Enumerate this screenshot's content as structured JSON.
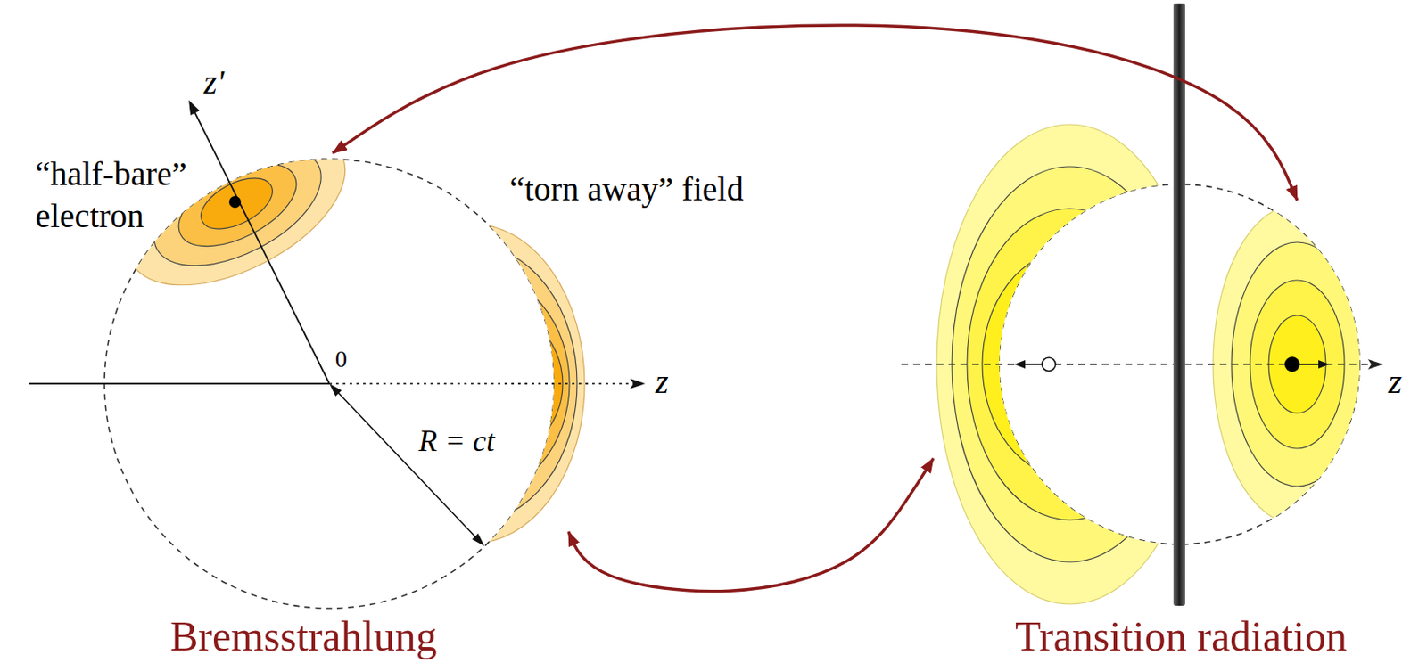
{
  "diagram": {
    "nodes": [
      {
        "text": [
          "“half-bare” electron"
        ]
      },
      {
        "text": [
          "“torn away” field"
        ]
      },
      {
        "text": []
      },
      {
        "text": []
      }
    ],
    "edges": [
      {
        "from": 0,
        "to": 3,
        "arrow": "both"
      },
      {
        "from": 1,
        "to": 2,
        "arrow": "both"
      }
    ],
    "labels": [
      "z'",
      "0",
      "z",
      "R = ct",
      "Bremsstrahlung",
      "z",
      "Transition radiation"
    ]
  }
}
